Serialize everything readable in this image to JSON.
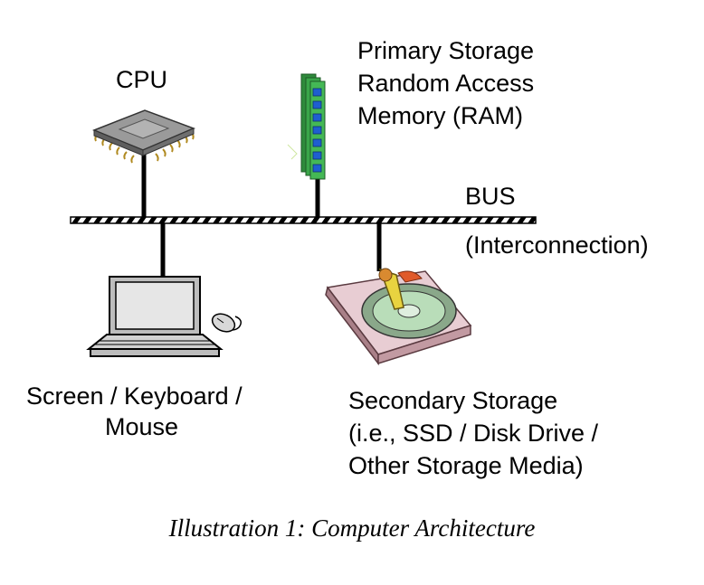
{
  "diagram": {
    "cpu_label": "CPU",
    "ram_label_lines": [
      "Primary Storage",
      "Random Access",
      "Memory (RAM)"
    ],
    "bus_label": "BUS",
    "bus_sublabel": "(Interconnection)",
    "io_label_lines": [
      "Screen / Keyboard /",
      "Mouse"
    ],
    "storage_label_lines": [
      "Secondary Storage",
      "(i.e., SSD / Disk Drive /",
      "Other Storage Media)"
    ]
  },
  "caption": "Illustration 1: Computer Architecture",
  "colors": {
    "ram_board": "#3aa64a",
    "ram_chip": "#1f5fd0",
    "cpu_body": "#8a8a8a",
    "cpu_pins": "#e8c44a",
    "disk_casing": "#d9b9c0",
    "disk_platter": "#9fcf9f",
    "disk_arm": "#e8d340"
  }
}
